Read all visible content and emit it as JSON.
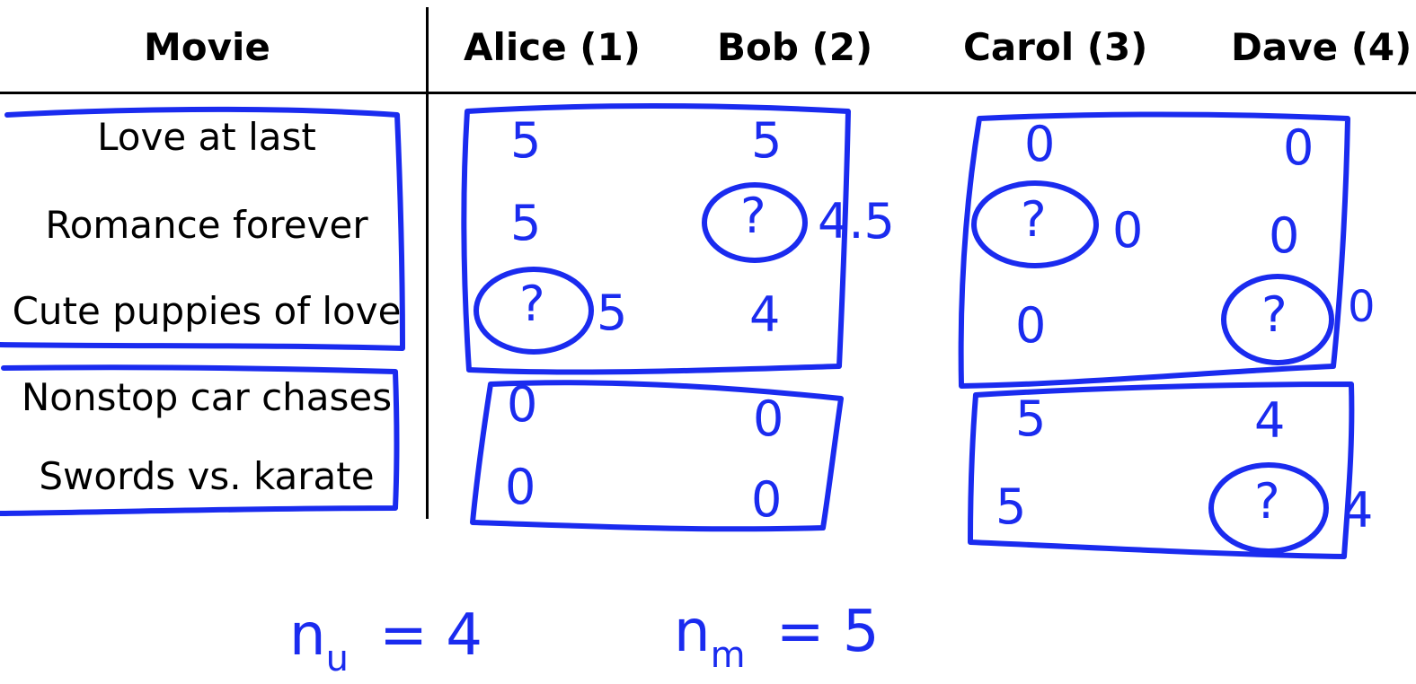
{
  "table": {
    "headers": {
      "movie": "Movie",
      "users": [
        "Alice (1)",
        "Bob (2)",
        "Carol (3)",
        "Dave (4)"
      ]
    },
    "movies": [
      "Love at last",
      "Romance forever",
      "Cute puppies of love",
      "Nonstop car chases",
      "Swords vs. karate"
    ],
    "ratings": [
      [
        "5",
        "5",
        "0",
        "0"
      ],
      [
        "5",
        "?",
        "?",
        "0"
      ],
      [
        "?",
        "4",
        "0",
        "?"
      ],
      [
        "0",
        "0",
        "5",
        "4"
      ],
      [
        "0",
        "0",
        "5",
        "?"
      ]
    ]
  },
  "annotations": {
    "predictions": [
      {
        "row": 1,
        "col": 1,
        "value": "4.5"
      },
      {
        "row": 1,
        "col": 2,
        "value": "0"
      },
      {
        "row": 2,
        "col": 0,
        "value": "5"
      },
      {
        "row": 2,
        "col": 3,
        "value": "0"
      },
      {
        "row": 4,
        "col": 3,
        "value": "4"
      }
    ],
    "formulas": {
      "nu": {
        "symbol": "n",
        "sub": "u",
        "value": "= 4"
      },
      "nm": {
        "symbol": "n",
        "sub": "m",
        "value": "= 5"
      }
    }
  },
  "colors": {
    "ink": "#1a2bef",
    "text": "#000000"
  }
}
